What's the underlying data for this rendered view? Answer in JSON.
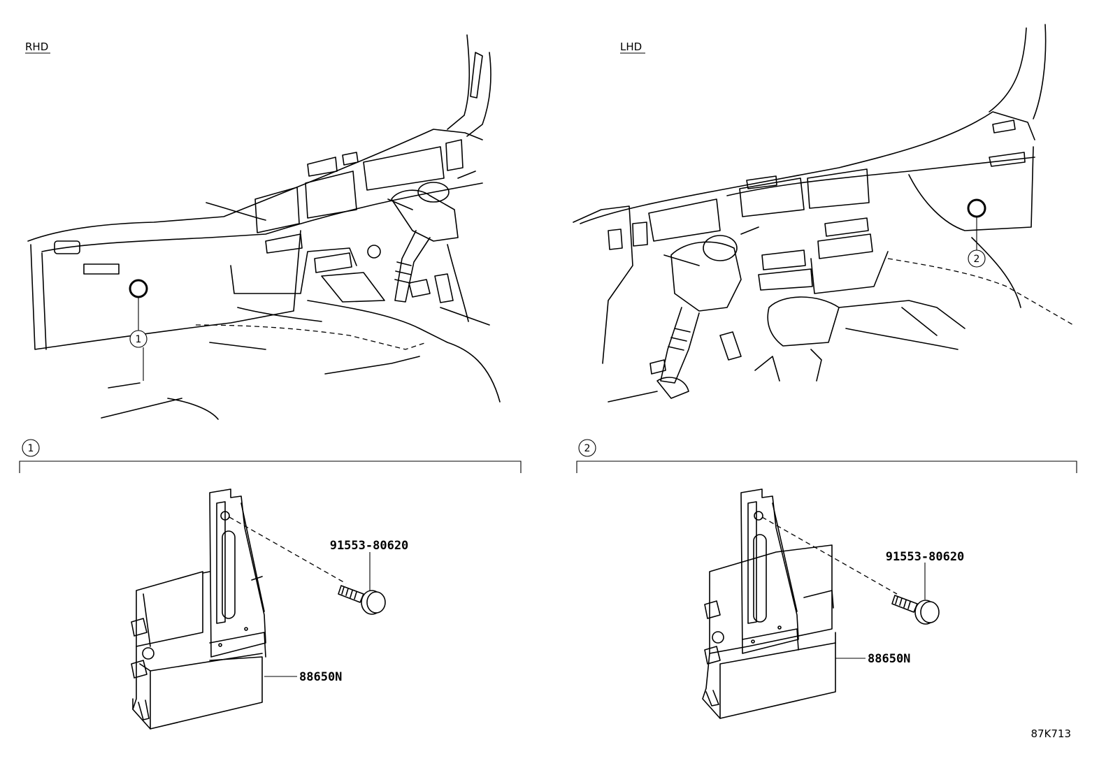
{
  "views": {
    "rhd_label": "RHD",
    "lhd_label": "LHD"
  },
  "callouts": {
    "one": "1",
    "two": "2"
  },
  "parts": {
    "bolt": "91553-80620",
    "ecu": "88650N"
  },
  "figure_code": "87K713"
}
